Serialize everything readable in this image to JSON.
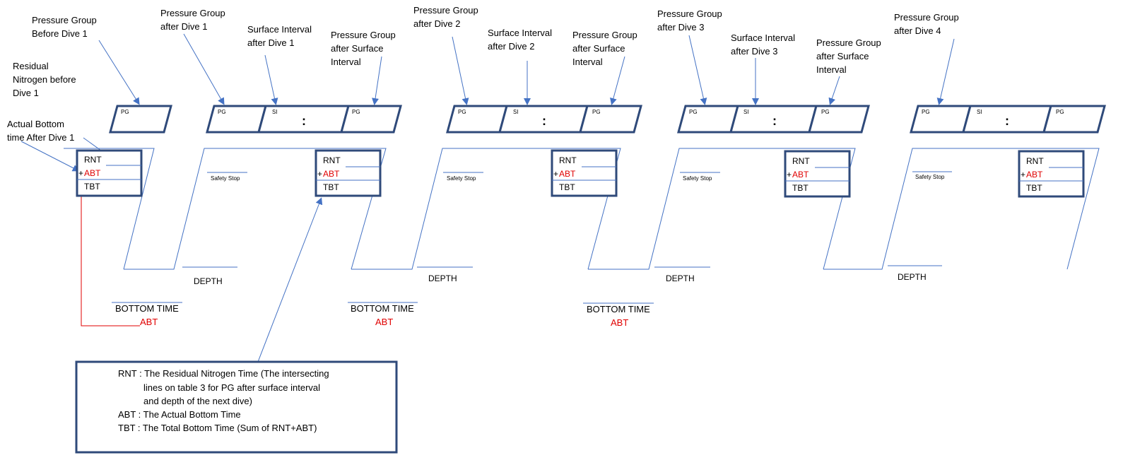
{
  "annotations": {
    "pg_before_dive1": [
      "Pressure Group",
      "Before Dive 1"
    ],
    "rn_before_dive1": [
      "Residual",
      "Nitrogen before",
      "Dive 1"
    ],
    "abt_after_dive1": [
      "Actual Bottom",
      "time After Dive 1"
    ],
    "pg_after_dive1": [
      "Pressure Group",
      "after Dive 1"
    ],
    "si_after_dive1": [
      "Surface Interval",
      "after Dive 1"
    ],
    "pg_after_si_1": [
      "Pressure Group",
      "after Surface",
      "Interval"
    ],
    "pg_after_dive2": [
      "Pressure Group",
      "after Dive 2"
    ],
    "si_after_dive2": [
      "Surface Interval",
      "after Dive 2"
    ],
    "pg_after_si_2": [
      "Pressure Group",
      "after Surface",
      "Interval"
    ],
    "pg_after_dive3": [
      "Pressure Group",
      "after Dive 3"
    ],
    "si_after_dive3": [
      "Surface Interval",
      "after Dive 3"
    ],
    "pg_after_si_3": [
      "Pressure Group",
      "after Surface",
      "Interval"
    ],
    "pg_after_dive4": [
      "Pressure Group",
      "after Dive 4"
    ]
  },
  "box_labels": {
    "pg": "PG",
    "si": "SI",
    "colon": ":"
  },
  "time_box": {
    "rnt": "RNT",
    "abt_prefix": "+",
    "abt": "ABT",
    "tbt": "TBT"
  },
  "profile": {
    "safety_stop": "Safety Stop",
    "depth": "DEPTH",
    "bottom_time": "BOTTOM TIME",
    "abt": "ABT"
  },
  "legend": {
    "rnt_line1": "RNT : The Residual Nitrogen Time (The intersecting",
    "rnt_line2": "lines on table 3 for PG after surface interval",
    "rnt_line3": "and depth of the next dive)",
    "abt_line": "ABT : The Actual Bottom Time",
    "tbt_line": "TBT : The Total Bottom Time (Sum of RNT+ABT)"
  },
  "colors": {
    "box_border": "#2f4a7a",
    "arrow": "#4472c4",
    "profile_line": "#4472c4",
    "highlight": "#e00000"
  }
}
